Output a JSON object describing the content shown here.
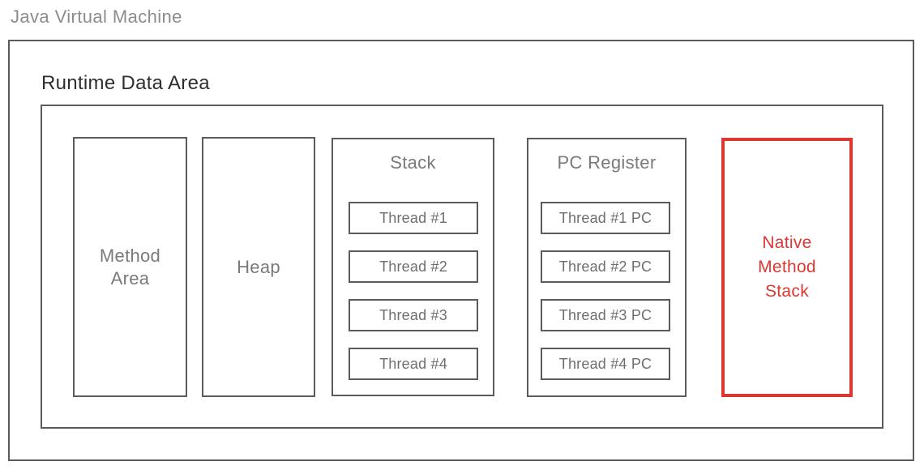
{
  "title": "Java Virtual Machine",
  "runtime_area": {
    "label": "Runtime Data Area",
    "columns": {
      "method_area": {
        "label": "Method\nArea"
      },
      "heap": {
        "label": "Heap"
      },
      "stack": {
        "title": "Stack",
        "items": [
          "Thread #1",
          "Thread #2",
          "Thread #3",
          "Thread #4"
        ]
      },
      "pc_register": {
        "title": "PC Register",
        "items": [
          "Thread #1 PC",
          "Thread #2 PC",
          "Thread #3 PC",
          "Thread #4 PC"
        ]
      },
      "native_method_stack": {
        "label": "Native\nMethod\nStack",
        "highlighted": true
      }
    }
  },
  "colors": {
    "box_border": "#5b5b5b",
    "jvm_title_text": "#8c8c8c",
    "runtime_title_text": "#2e2e2e",
    "box_label_text": "#7a7a7a",
    "thread_label_text": "#6e6e6e",
    "highlight_red": "#dc3732"
  }
}
